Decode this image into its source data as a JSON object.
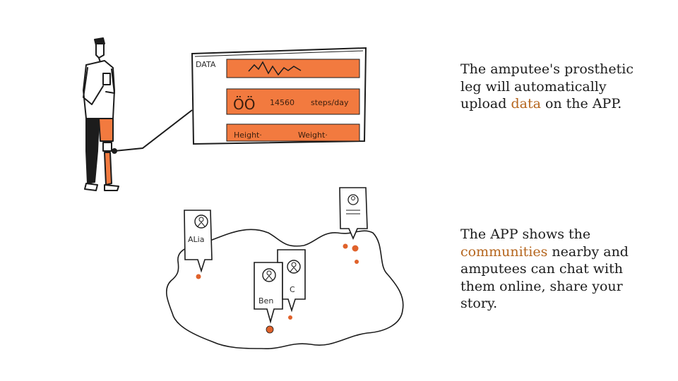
{
  "text1": {
    "before": "The amputee's prosthetic leg will automatically upload ",
    "highlight": "data",
    "after": " on the APP."
  },
  "text2": {
    "before": "The APP shows the ",
    "highlight": "communities",
    "after": " nearby and amputees can chat with them online, share your story."
  },
  "panel": {
    "title": "DATA",
    "steps_icon": "ÖÖ",
    "steps_value": "14560",
    "steps_unit": "steps/day",
    "height_label": "Height·",
    "weight_label": "Weight·"
  },
  "pins": {
    "alia": "ALia",
    "ben": "Ben",
    "c": "C"
  },
  "colors": {
    "accent": "#f27a3f",
    "highlight_text": "#b5651d",
    "ink": "#1c1c1c"
  }
}
